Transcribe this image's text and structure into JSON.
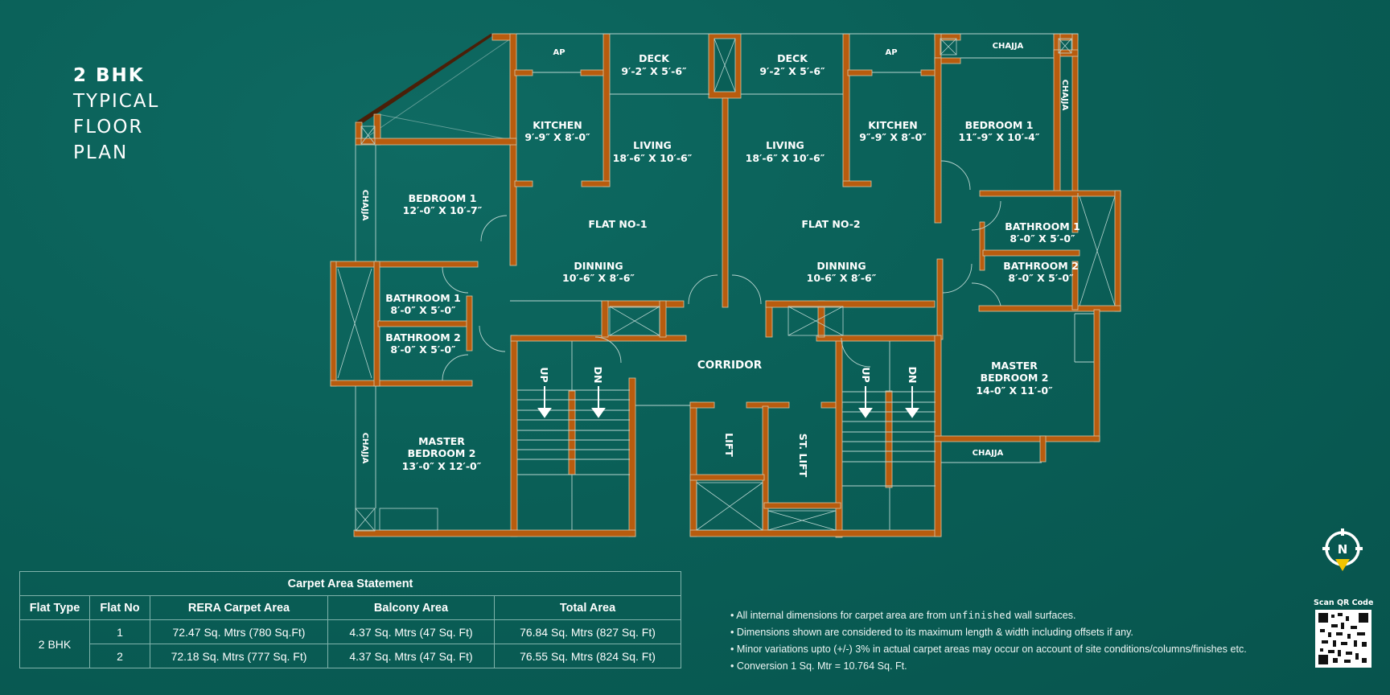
{
  "heading": {
    "line1": "2 BHK",
    "line2": "TYPICAL",
    "line3": "FLOOR",
    "line4": "PLAN"
  },
  "colors": {
    "background": "#0a5f57",
    "wall": "#b85c0e",
    "text": "#ffffff",
    "compass_arrow": "#f2c400"
  },
  "plan": {
    "flat1": {
      "label": "FLAT NO-1",
      "ap": "AP",
      "deck": {
        "name": "DECK",
        "dim": "9′-2″ X 5′-6″"
      },
      "kitchen": {
        "name": "KITCHEN",
        "dim": "9′-9″ X 8′-0″"
      },
      "living": {
        "name": "LIVING",
        "dim": "18′-6″ X 10′-6″"
      },
      "bedroom1": {
        "name": "BEDROOM 1",
        "dim": "12′-0″ X 10′-7″"
      },
      "dinning": {
        "name": "DINNING",
        "dim": "10′-6″ X 8′-6″"
      },
      "bath1": {
        "name": "BATHROOM 1",
        "dim": "8′-0″ X 5′-0″"
      },
      "bath2": {
        "name": "BATHROOM 2",
        "dim": "8′-0″ X 5′-0″"
      },
      "master": {
        "name1": "MASTER",
        "name2": "BEDROOM 2",
        "dim": "13′-0″ X 12′-0″"
      },
      "chajja_top": "CHAJJA",
      "chajja_bottom": "CHAJJA"
    },
    "flat2": {
      "label": "FLAT NO-2",
      "ap": "AP",
      "deck": {
        "name": "DECK",
        "dim": "9′-2″ X 5′-6″"
      },
      "kitchen": {
        "name": "KITCHEN",
        "dim": "9″-9″ X 8′-0″"
      },
      "living": {
        "name": "LIVING",
        "dim": "18′-6″ X 10′-6″"
      },
      "bedroom1": {
        "name": "BEDROOM 1",
        "dim": "11″-9″ X 10′-4″"
      },
      "dinning": {
        "name": "DINNING",
        "dim": "10-6″ X 8′-6″"
      },
      "bath1": {
        "name": "BATHROOM 1",
        "dim": "8′-0″ X 5′-0″"
      },
      "bath2": {
        "name": "BATHROOM 2",
        "dim": "8′-0″ X 5′-0″"
      },
      "master": {
        "name1": "MASTER",
        "name2": "BEDROOM 2",
        "dim": "14-0″ X 11′-0″"
      },
      "chajja_top": "CHAJJA",
      "chajja_side": "CHAJJA",
      "chajja_bottom": "CHAJJA"
    },
    "common": {
      "corridor": "CORRIDOR",
      "lift": "LIFT",
      "st_lift": "ST. LIFT",
      "up": "UP",
      "dn": "DN"
    }
  },
  "carpet_table": {
    "title": "Carpet Area Statement",
    "headers": [
      "Flat Type",
      "Flat No",
      "RERA Carpet Area",
      "Balcony Area",
      "Total Area"
    ],
    "flat_type": "2 BHK",
    "rows": [
      {
        "flat_no": "1",
        "rera": "72.47 Sq. Mtrs (780 Sq.Ft)",
        "balcony": "4.37 Sq. Mtrs (47 Sq. Ft)",
        "total": "76.84 Sq. Mtrs (827 Sq. Ft)"
      },
      {
        "flat_no": "2",
        "rera": "72.18 Sq. Mtrs (777 Sq. Ft)",
        "balcony": "4.37 Sq. Mtrs (47 Sq. Ft)",
        "total": "76.55 Sq. Mtrs (824 Sq. Ft)"
      }
    ]
  },
  "notes": {
    "n1_pre": "• All internal dimensions for carpet area are from ",
    "n1_mono": "unfinished",
    "n1_post": " wall surfaces.",
    "n2": "• Dimensions shown are considered to its maximum length & width including offsets if any.",
    "n3": "• Minor variations upto (+/-) 3% in actual carpet areas may occur on account of site conditions/columns/finishes etc.",
    "n4": "• Conversion 1 Sq. Mtr = 10.764 Sq. Ft."
  },
  "compass": {
    "letter": "N",
    "icon": "north-compass-icon"
  },
  "qr": {
    "label": "Scan QR Code",
    "icon": "qr-code-icon"
  }
}
